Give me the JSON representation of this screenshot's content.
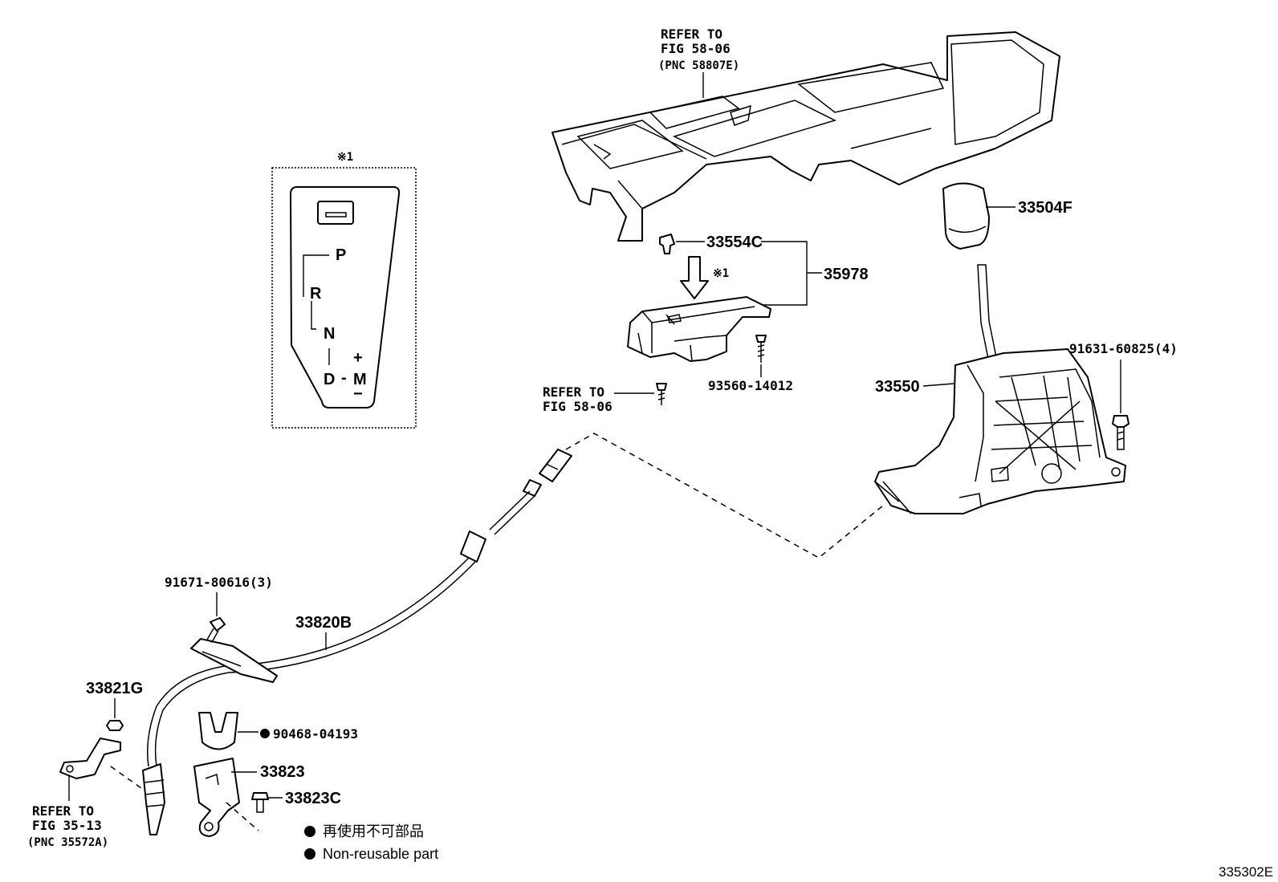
{
  "labels": {
    "refer_console_1": "REFER TO",
    "refer_console_2": "FIG 58-06",
    "refer_console_3": "(PNC 58807E)",
    "p33554c": "33554C",
    "p35978": "35978",
    "p33504f": "33504F",
    "note_mark": "※1",
    "note_mark_box": "※1",
    "refer_screw_1": "REFER TO",
    "refer_screw_2": "FIG 58-06",
    "p93560": "93560-14012",
    "p91631": "91631-60825(4)",
    "p33550": "33550",
    "p91671": "91671-80616(3)",
    "p33820b": "33820B",
    "p33821g": "33821G",
    "p90468": "90468-04193",
    "p33823": "33823",
    "p33823c": "33823C",
    "refer_bracket_1": "REFER TO",
    "refer_bracket_2": "FIG 35-13",
    "refer_bracket_3": "(PNC 35572A)",
    "diagram_id": "335302E"
  },
  "gate": {
    "p": "P",
    "r": "R",
    "n": "N",
    "d": "D",
    "m": "M",
    "plus": "+",
    "minus": "-",
    "minus2": "−"
  },
  "legend": {
    "jp": "再使用不可部品",
    "en": "Non-reusable part"
  }
}
